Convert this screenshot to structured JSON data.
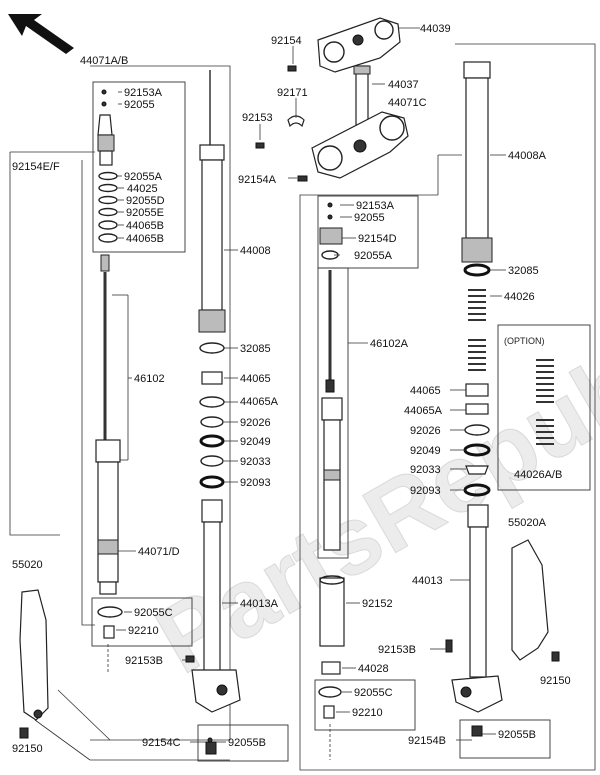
{
  "watermark": "PartsRepublik",
  "option_label": "(OPTION)",
  "labels": {
    "p92154": "92154",
    "p44039": "44039",
    "p44071AB": "44071A/B",
    "p44037": "44037",
    "p92171": "92171",
    "p44071C": "44071C",
    "p92153": "92153",
    "p92154A": "92154A",
    "p92153A_l": "92153A",
    "p92055_l": "92055",
    "p92154EF": "92154E/F",
    "p92055A_l": "92055A",
    "p44025": "44025",
    "p92055D": "92055D",
    "p92055E": "92055E",
    "p44065B_1": "44065B",
    "p44065B_2": "44065B",
    "p44008": "44008",
    "p44008A": "44008A",
    "p32085_l": "32085",
    "p46102": "46102",
    "p44065_l": "44065",
    "p44065A_l": "44065A",
    "p92026_l": "92026",
    "p92049_l": "92049",
    "p92033_l": "92033",
    "p92093_l": "92093",
    "p44071D": "44071/D",
    "p55020": "55020",
    "p44013A": "44013A",
    "p92055C_l": "92055C",
    "p92210_l": "92210",
    "p92153B_l": "92153B",
    "p92150_l": "92150",
    "p92154C": "92154C",
    "p92055B_l": "92055B",
    "p92153A_r": "92153A",
    "p92055_r": "92055",
    "p92154D": "92154D",
    "p92055A_r": "92055A",
    "p32085_r": "32085",
    "p44026": "44026",
    "p46102A": "46102A",
    "p44065_r": "44065",
    "p44065A_r": "44065A",
    "p92026_r": "92026",
    "p92049_r": "92049",
    "p92033_r": "92033",
    "p92093_r": "92093",
    "p44026AB": "44026A/B",
    "p55020A": "55020A",
    "p44013": "44013",
    "p92152": "92152",
    "p92153B_r": "92153B",
    "p92150_r": "92150",
    "p44028": "44028",
    "p92055C_r": "92055C",
    "p92210_r": "92210",
    "p92154B": "92154B",
    "p92055B_r": "92055B"
  }
}
